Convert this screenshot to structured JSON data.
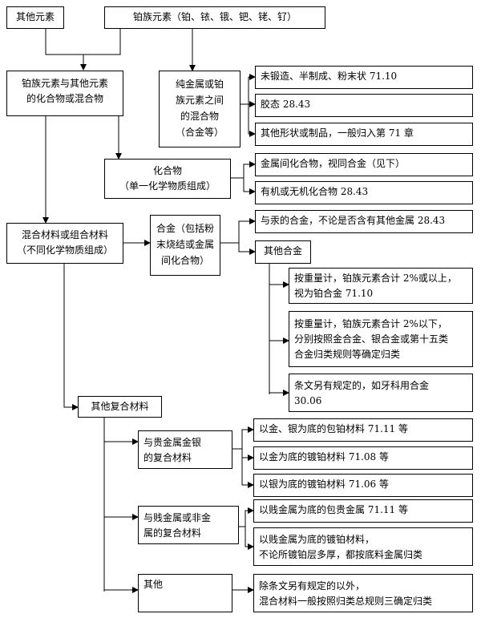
{
  "nodes": {
    "other_elements": "其他元素",
    "pgm": "铂族元素（铂、铱、锇、钯、铑、钌）",
    "pgm_compounds": "铂族元素与其他元素\n的化合物或混合物",
    "pure_metal": "纯金属或铂\n族元素之间\n的混合物\n（合金等）",
    "unwrought": "未锻造、半制成、粉末状 71.10",
    "colloidal": "胶态 28.43",
    "other_forms": "其他形状或制品，一般归入第 71 章",
    "compound": "化合物\n（单一化学物质组成）",
    "intermetallic": "金属间化合物，视同合金（见下）",
    "organic_inorganic": "有机或无机化合物 28.43",
    "mixed_material": "混合材料或组合材料\n（不同化学物质组成）",
    "alloy": "合金（包括粉\n末烧结或金属\n间化合物）",
    "mercury_alloy": "与汞的合金，不论是否含有其他金属 28.43",
    "other_alloy": "其他合金",
    "alloy_2pct_up": "按重量计，铂族元素合计 2%或以上，\n视为铂合金 71.10",
    "alloy_2pct_down": "按重量计，铂族元素合计 2%以下，\n分别按照金合金、银合金或第十五类\n合金归类规则等确定归类",
    "dental_alloy": "条文另有规定的，如牙科用合金\n30.06",
    "other_composite": "其他复合材料",
    "precious_composite": "与贵金属金银\n的复合材料",
    "gold_silver_clad": "以金、银为底的包铂材料 71.11 等",
    "gold_plated": "以金为底的镀铂材料 71.08 等",
    "silver_plated": "以银为底的镀铂材料 71.06 等",
    "base_composite": "与贱金属或非金\n属的复合材料",
    "base_clad": "以贱金属为底的包贵金属 71.11 等",
    "base_plated": "以贱金属为底的镀铂材料，\n不论所镀铂层多厚，都按底料金属归类",
    "others": "其他",
    "others_rule": "除条文另有规定的以外，\n混合材料一般按照归类总规则三确定归类"
  }
}
